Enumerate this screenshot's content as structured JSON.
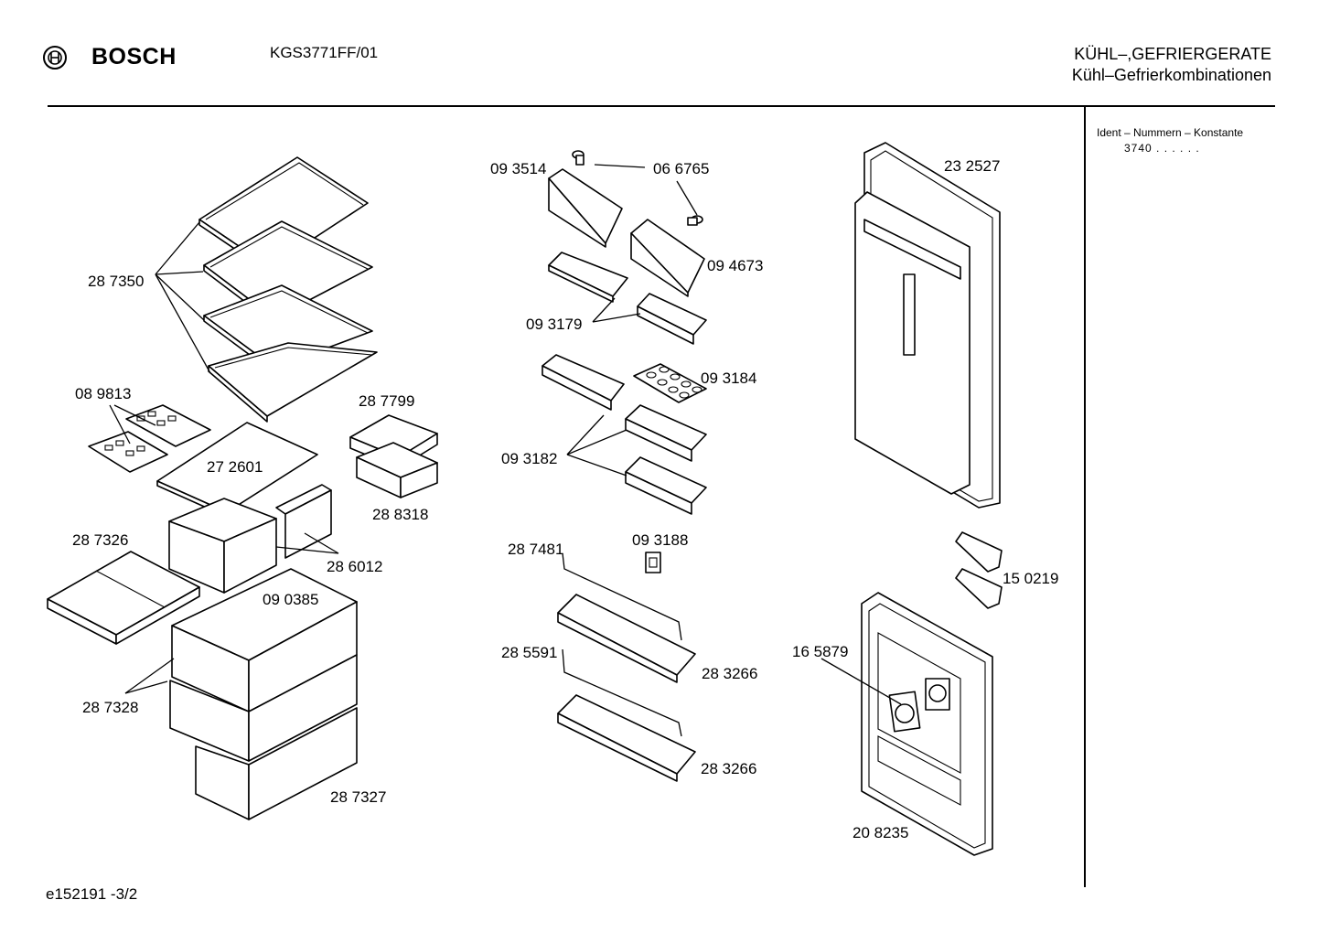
{
  "header": {
    "brand": "BOSCH",
    "model": "KGS3771FF/01",
    "category_line1": "KÜHL–,GEFRIERGERATE",
    "category_line2": "Kühl–Gefrierkombinationen"
  },
  "ident": {
    "label": "Ident – Nummern – Konstante",
    "value": "3740  .  .    .  .  .  ."
  },
  "footer": {
    "code": "e152191   -3/2"
  },
  "part_numbers": [
    "28 7350",
    "08 9813",
    "27 2601",
    "28 7799",
    "28 8318",
    "28 7326",
    "28 6012",
    "09 0385",
    "28 7328",
    "28 7327",
    "09 3514",
    "06 6765",
    "09 4673",
    "09 3179",
    "09 3184",
    "09 3182",
    "28 7481",
    "09 3188",
    "28 5591",
    "28 3266",
    "28 3266",
    "23 2527",
    "15 0219",
    "16 5879",
    "20 8235"
  ]
}
